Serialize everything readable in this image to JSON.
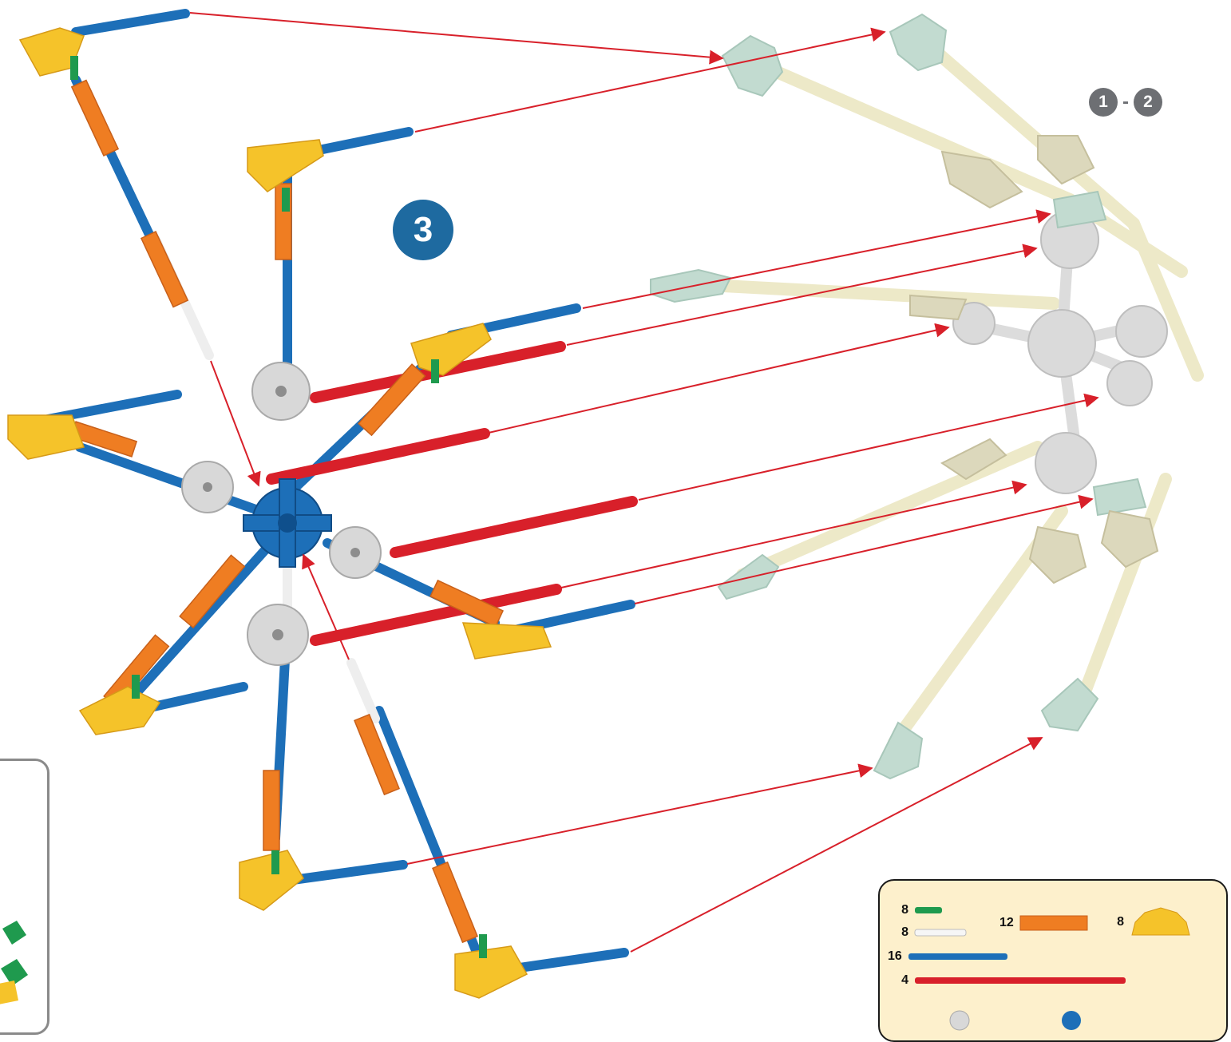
{
  "step": {
    "current": "3",
    "previous_from": "1",
    "previous_separator": "-",
    "previous_to": "2"
  },
  "parts": [
    {
      "qty": "8",
      "icon": "green-connector-icon",
      "color": "#1f9a4e"
    },
    {
      "qty": "8",
      "icon": "white-rod-icon",
      "color": "#f2f2f2"
    },
    {
      "qty": "16",
      "icon": "blue-rod-icon",
      "color": "#1d6fb8"
    },
    {
      "qty": "4",
      "icon": "red-rod-icon",
      "color": "#d8202a"
    },
    {
      "qty": "12",
      "icon": "orange-connector-icon",
      "color": "#ef7d22"
    },
    {
      "qty": "8",
      "icon": "yellow-connector-icon",
      "color": "#f2c12e"
    }
  ],
  "colors": {
    "blue": "#1d6fb8",
    "red": "#d8202a",
    "orange": "#ef7d22",
    "yellow": "#f5c32a",
    "grey": "#cfd0cf",
    "green": "#1f9a4e",
    "ghost_cream": "#ece7c3",
    "ghost_mint": "#bcd8cc",
    "arrow": "#d8202a",
    "step_badge": "#1e6aa0",
    "prev_badge": "#6d6f73"
  }
}
